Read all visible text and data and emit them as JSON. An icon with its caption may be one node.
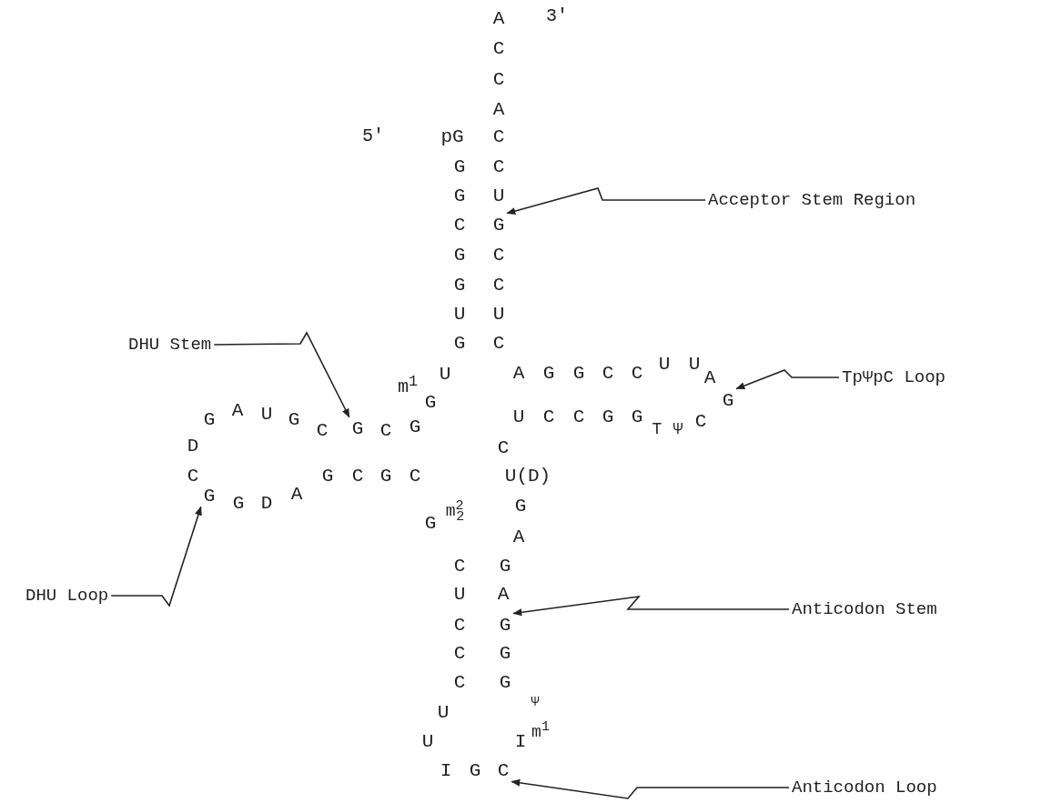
{
  "diagram": {
    "nodes": [
      {
        "text": [
          "Acceptor Stem Region"
        ]
      },
      {
        "text": [
          "DHU Stem"
        ]
      },
      {
        "text": [
          "TpΨpC Loop"
        ]
      },
      {
        "text": [
          "DHU Loop"
        ]
      },
      {
        "text": [
          "Anticodon Stem"
        ]
      },
      {
        "text": [
          "Anticodon Loop"
        ]
      },
      {
        "text": [
          "G"
        ]
      },
      {
        "text": [
          "G"
        ]
      },
      {
        "text": [
          "G"
        ]
      },
      {
        "text": [
          "G"
        ]
      },
      {
        "text": [
          "G"
        ]
      },
      {
        "text": [
          "C"
        ]
      }
    ],
    "edges": [
      {
        "from": 0,
        "to": 6,
        "arrow": "to"
      },
      {
        "from": 1,
        "to": 8,
        "arrow": "to"
      },
      {
        "from": 2,
        "to": 7,
        "arrow": "to"
      },
      {
        "from": 3,
        "to": 9,
        "arrow": "to"
      },
      {
        "from": 4,
        "to": 10,
        "arrow": "to"
      },
      {
        "from": 5,
        "to": 11,
        "arrow": "to"
      }
    ],
    "labels": [
      "A",
      "3'",
      "C",
      "C",
      "A",
      "5'",
      "pG",
      "C",
      "G",
      "C",
      "G",
      "U",
      "C",
      "G",
      "C",
      "G",
      "C",
      "U",
      "U",
      "G",
      "C",
      "U",
      "U",
      "m$^{1}$",
      "U",
      "A",
      "G",
      "G",
      "C",
      "C",
      "A",
      "G",
      "G",
      "A",
      "U",
      "G",
      "C",
      "C",
      "G",
      "U",
      "C",
      "C",
      "G",
      "G",
      "T",
      "Ψ",
      "C",
      "D",
      "C",
      "C",
      "G",
      "C",
      "G",
      "C",
      "U(D)",
      "G",
      "D",
      "A",
      "G",
      "G",
      "m$^{2}$$_{2}$",
      "A",
      "C",
      "G",
      "U",
      "A",
      "C",
      "C",
      "G",
      "C",
      "G",
      "Ψ",
      "U",
      "U",
      "I",
      "m$^{1}$",
      "I",
      "G"
    ]
  }
}
